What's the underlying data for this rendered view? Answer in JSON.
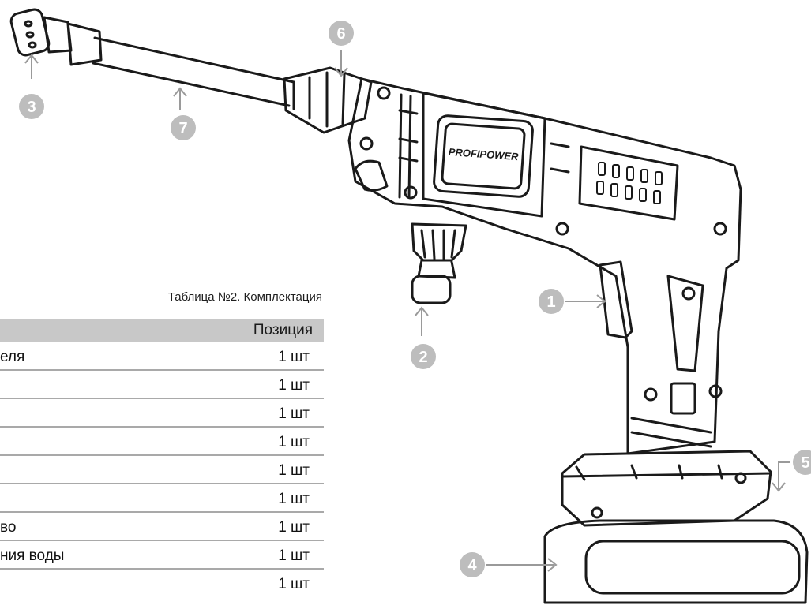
{
  "brand": "PROFIPOWER",
  "table": {
    "caption": "Таблица №2. Комплектация",
    "header_position": "Позиция",
    "rows": [
      {
        "item": "еля",
        "qty": "1 шт"
      },
      {
        "item": "",
        "qty": "1 шт"
      },
      {
        "item": "",
        "qty": "1 шт"
      },
      {
        "item": "",
        "qty": "1 шт"
      },
      {
        "item": "",
        "qty": "1 шт"
      },
      {
        "item": "",
        "qty": "1 шт"
      },
      {
        "item": "во",
        "qty": "1 шт"
      },
      {
        "item": "ния воды",
        "qty": "1 шт"
      },
      {
        "item": "",
        "qty": "1 шт"
      }
    ]
  },
  "callouts": [
    "1",
    "2",
    "3",
    "4",
    "5",
    "6",
    "7"
  ],
  "colors": {
    "callout_fill": "#bdbdbd",
    "header_fill": "#c8c8c8",
    "line": "#1a1a1a"
  }
}
